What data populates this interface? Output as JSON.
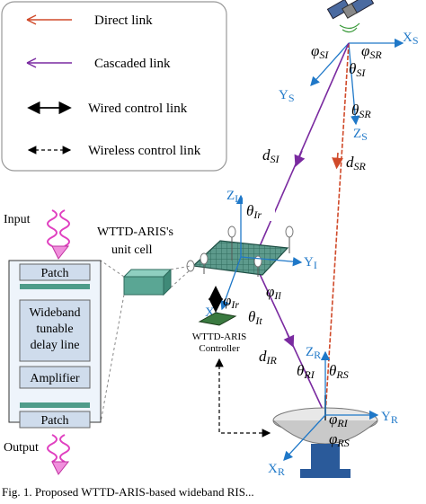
{
  "legend": {
    "direct": "Direct link",
    "cascaded": "Cascaded link",
    "wired": "Wired control link",
    "wireless": "Wireless control link"
  },
  "axes": {
    "satellite": {
      "x": "X",
      "x_sub": "S",
      "y": "Y",
      "y_sub": "S",
      "z": "Z",
      "z_sub": "S"
    },
    "ris": {
      "x": "X",
      "x_sub": "I",
      "y": "Y",
      "y_sub": "I",
      "z": "Z",
      "z_sub": "I"
    },
    "receiver": {
      "x": "X",
      "x_sub": "R",
      "y": "Y",
      "y_sub": "R",
      "z": "Z",
      "z_sub": "R"
    }
  },
  "angles": {
    "phi_si": {
      "base": "φ",
      "sub": "SI"
    },
    "phi_sr": {
      "base": "φ",
      "sub": "SR"
    },
    "theta_si": {
      "base": "θ",
      "sub": "SI"
    },
    "theta_sr": {
      "base": "θ",
      "sub": "SR"
    },
    "d_si": {
      "base": "d",
      "sub": "SI"
    },
    "d_sr": {
      "base": "d",
      "sub": "SR"
    },
    "theta_ir": {
      "base": "θ",
      "sub": "Ir"
    },
    "phi_il": {
      "base": "φ",
      "sub": "Il"
    },
    "phi_ir": {
      "base": "φ",
      "sub": "Ir"
    },
    "theta_it": {
      "base": "θ",
      "sub": "It"
    },
    "d_ir": {
      "base": "d",
      "sub": "IR"
    },
    "theta_ri": {
      "base": "θ",
      "sub": "RI"
    },
    "theta_rs": {
      "base": "θ",
      "sub": "RS"
    },
    "phi_ri": {
      "base": "φ",
      "sub": "RI"
    },
    "phi_rs": {
      "base": "φ",
      "sub": "RS"
    }
  },
  "unit_cell": {
    "label_line1": "WTTD-ARIS's",
    "label_line2": "unit cell",
    "input": "Input",
    "output": "Output",
    "patch_top": "Patch",
    "delay_line1": "Wideband",
    "delay_line2": "tunable",
    "delay_line3": "delay line",
    "amplifier": "Amplifier",
    "patch_bottom": "Patch"
  },
  "controller": {
    "line1": "WTTD-ARIS",
    "line2": "Controller"
  },
  "caption": "Fig. 1.    Proposed WTTD-ARIS-based wideband RIS..."
}
